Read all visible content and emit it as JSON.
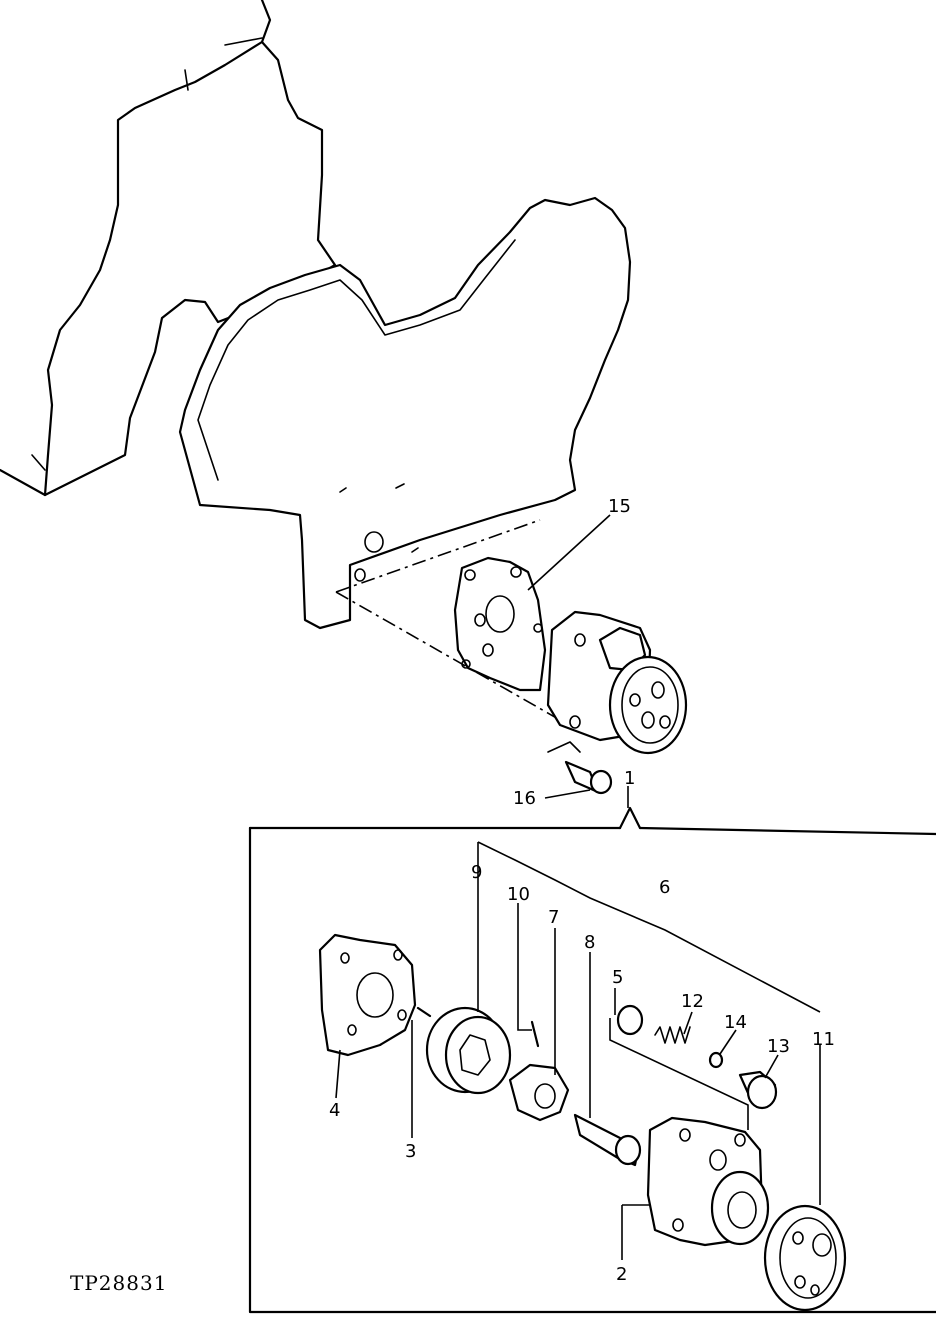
{
  "figure": {
    "id": "TP28831"
  },
  "callouts": {
    "c1": "1",
    "c2": "2",
    "c3": "3",
    "c4": "4",
    "c5": "5",
    "c6": "6",
    "c7": "7",
    "c8": "8",
    "c9": "9",
    "c10": "10",
    "c11": "11",
    "c12": "12",
    "c13": "13",
    "c14": "14",
    "c15": "15",
    "c16": "16"
  }
}
